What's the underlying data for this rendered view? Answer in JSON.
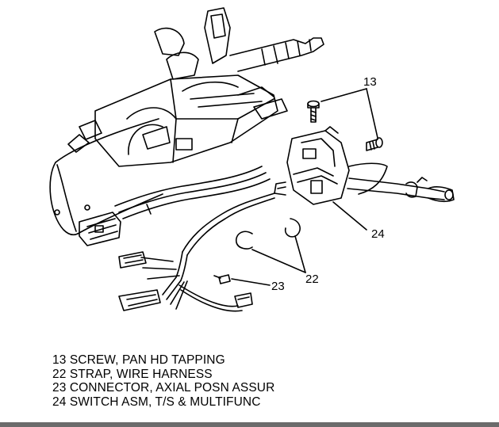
{
  "callouts": {
    "c13": "13",
    "c22": "22",
    "c23": "23",
    "c24": "24"
  },
  "legend": [
    {
      "text": "13 SCREW, PAN HD TAPPING"
    },
    {
      "text": "22 STRAP, WIRE HARNESS"
    },
    {
      "text": "23 CONNECTOR, AXIAL POSN ASSUR"
    },
    {
      "text": "24 SWITCH ASM, T/S & MULTIFUNC"
    }
  ],
  "colors": {
    "ink": "#000000",
    "paper": "#ffffff",
    "bar": "#6b6b6b"
  }
}
